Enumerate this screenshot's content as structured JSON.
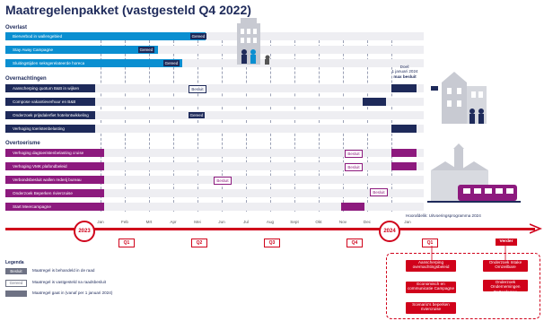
{
  "title": "Maatregelenpakket (vastgesteld Q4 2022)",
  "sections": {
    "overlast": "Overlast",
    "overnachtingen": "Overnachtingen",
    "overtoerisme": "Overtoerisme"
  },
  "bars": [
    {
      "label": "Bierverbod in wallengebied",
      "color": "#0a8fd1"
    },
    {
      "label": "Stay Away Campagne",
      "color": "#0a8fd1"
    },
    {
      "label": "Sluitingstijden seksgerelateerde horeca",
      "color": "#0a8fd1"
    },
    {
      "label": "Aanscherping quotum B&B in wijken",
      "color": "#1e2a5a"
    },
    {
      "label": "Compose vakantieverhuur en B&B",
      "color": "#1e2a5a"
    },
    {
      "label": "Onderzoek prijsdalerfiet hotelontwikkeling",
      "color": "#1e2a5a"
    },
    {
      "label": "Verhoging toeristenbelasting",
      "color": "#1e2a5a"
    },
    {
      "label": "Verhoging dagtoeristenbelasting cruise",
      "color": "#8d1a7e"
    },
    {
      "label": "Verhoging VMK plafondbeleid",
      "color": "#8d1a7e"
    },
    {
      "label": "Verbondsbesluit wallen rederij bureau",
      "color": "#8d1a7e"
    },
    {
      "label": "Onderzoek Beperken riviercruise",
      "color": "#8d1a7e"
    },
    {
      "label": "Start Meercampagne",
      "color": "#8d1a7e"
    }
  ],
  "markers": {
    "besluit": "Besluit",
    "gereed": "Gereed"
  },
  "annotation": {
    "line1": "Doel:",
    "line2": "1 januari 2024",
    "line3": "max besluit"
  },
  "timeline": {
    "months": [
      "Jan",
      "Feb",
      "Mrt",
      "Apr",
      "Mei",
      "Jun",
      "Jul",
      "Aug",
      "Sept",
      "Okt",
      "Nov",
      "Dec",
      "Jan"
    ],
    "quarters": [
      "Q1",
      "Q2",
      "Q3",
      "Q4",
      "Q1"
    ],
    "year_start": "2023",
    "year_end": "2024",
    "later": "Verder",
    "caption": "Hoorafdelik: Uitvoeringsprogramma 2024"
  },
  "followups": [
    {
      "text": "Aanscherping overnachtingsbeleid"
    },
    {
      "text": "Onderzoek Intake Omzeilbare"
    },
    {
      "text": "Economisch en communicatie Campagne"
    },
    {
      "text": "Onderzoek Ondernemingen Rotterdamse"
    },
    {
      "text": "Scenario's beperken riviercruise"
    }
  ],
  "legend": {
    "title": "Legenda",
    "items": [
      {
        "swatch": "Besluit",
        "text": "Maatregel is behandeld in de raad"
      },
      {
        "swatch": "Gereed",
        "text": "Maatregel is vastgesteld na raadsbesluit"
      },
      {
        "swatch": "",
        "text": "Maatregel gaat in (vanaf per 1 januari 2024)"
      }
    ]
  },
  "colors": {
    "navy": "#1e2a5a",
    "cyan": "#0a8fd1",
    "purple": "#8d1a7e",
    "red": "#d0021b"
  }
}
